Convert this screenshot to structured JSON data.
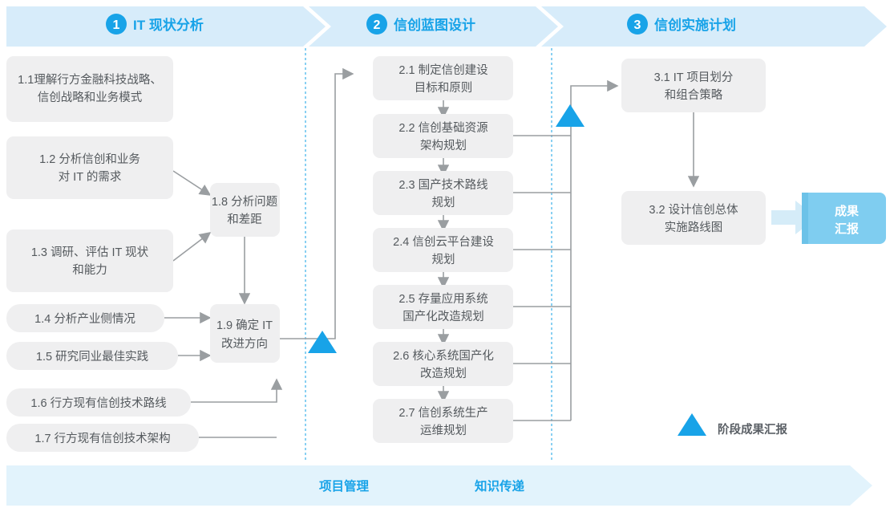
{
  "header": {
    "phases": [
      {
        "num": "1",
        "label": "IT 现状分析"
      },
      {
        "num": "2",
        "label": "信创蓝图设计"
      },
      {
        "num": "3",
        "label": "信创实施计划"
      }
    ]
  },
  "phase1": {
    "boxes": [
      {
        "id": "1.1",
        "line1": "1.1理解行方金融科技战略、",
        "line2": "信创战略和业务模式"
      },
      {
        "id": "1.2",
        "line1": "1.2 分析信创和业务",
        "line2": "对 IT 的需求"
      },
      {
        "id": "1.3",
        "line1": "1.3 调研、评估 IT 现状",
        "line2": "和能力"
      },
      {
        "id": "1.4",
        "line1": "1.4 分析产业侧情况",
        "line2": ""
      },
      {
        "id": "1.5",
        "line1": "1.5 研究同业最佳实践",
        "line2": ""
      },
      {
        "id": "1.6",
        "line1": "1.6 行方现有信创技术路线",
        "line2": ""
      },
      {
        "id": "1.7",
        "line1": "1.7 行方现有信创技术架构",
        "line2": ""
      },
      {
        "id": "1.8",
        "line1": "1.8 分析问题",
        "line2": "和差距"
      },
      {
        "id": "1.9",
        "line1": "1.9 确定 IT",
        "line2": "改进方向"
      }
    ]
  },
  "phase2": {
    "boxes": [
      {
        "id": "2.1",
        "line1": "2.1 制定信创建设",
        "line2": "目标和原则"
      },
      {
        "id": "2.2",
        "line1": "2.2 信创基础资源",
        "line2": "架构规划"
      },
      {
        "id": "2.3",
        "line1": "2.3 国产技术路线",
        "line2": "规划"
      },
      {
        "id": "2.4",
        "line1": "2.4 信创云平台建设",
        "line2": "规划"
      },
      {
        "id": "2.5",
        "line1": "2.5 存量应用系统",
        "line2": "国产化改造规划"
      },
      {
        "id": "2.6",
        "line1": "2.6 核心系统国产化",
        "line2": "改造规划"
      },
      {
        "id": "2.7",
        "line1": "2.7 信创系统生产",
        "line2": "运维规划"
      }
    ]
  },
  "phase3": {
    "boxes": [
      {
        "id": "3.1",
        "line1": "3.1 IT 项目划分",
        "line2": "和组合策略"
      },
      {
        "id": "3.2",
        "line1": "3.2 设计信创总体",
        "line2": "实施路线图"
      }
    ],
    "result": {
      "line1": "成果",
      "line2": "汇报"
    }
  },
  "legend": {
    "label": "阶段成果汇报",
    "marker": "triangle-icon"
  },
  "footer": {
    "items": [
      {
        "label": "项目管理"
      },
      {
        "label": "知识传递"
      }
    ]
  },
  "colors": {
    "brand_blue": "#18a3e8",
    "band_fill": "#d7ecfa",
    "footer_fill": "#e2f3fc",
    "box_fill": "#efeff0",
    "box_text": "#555a5e",
    "connector": "#9a9ea1",
    "result_fill": "#7fcdf0",
    "arrow_light": "#d5ecf8",
    "divider": "#6cc5ee"
  }
}
